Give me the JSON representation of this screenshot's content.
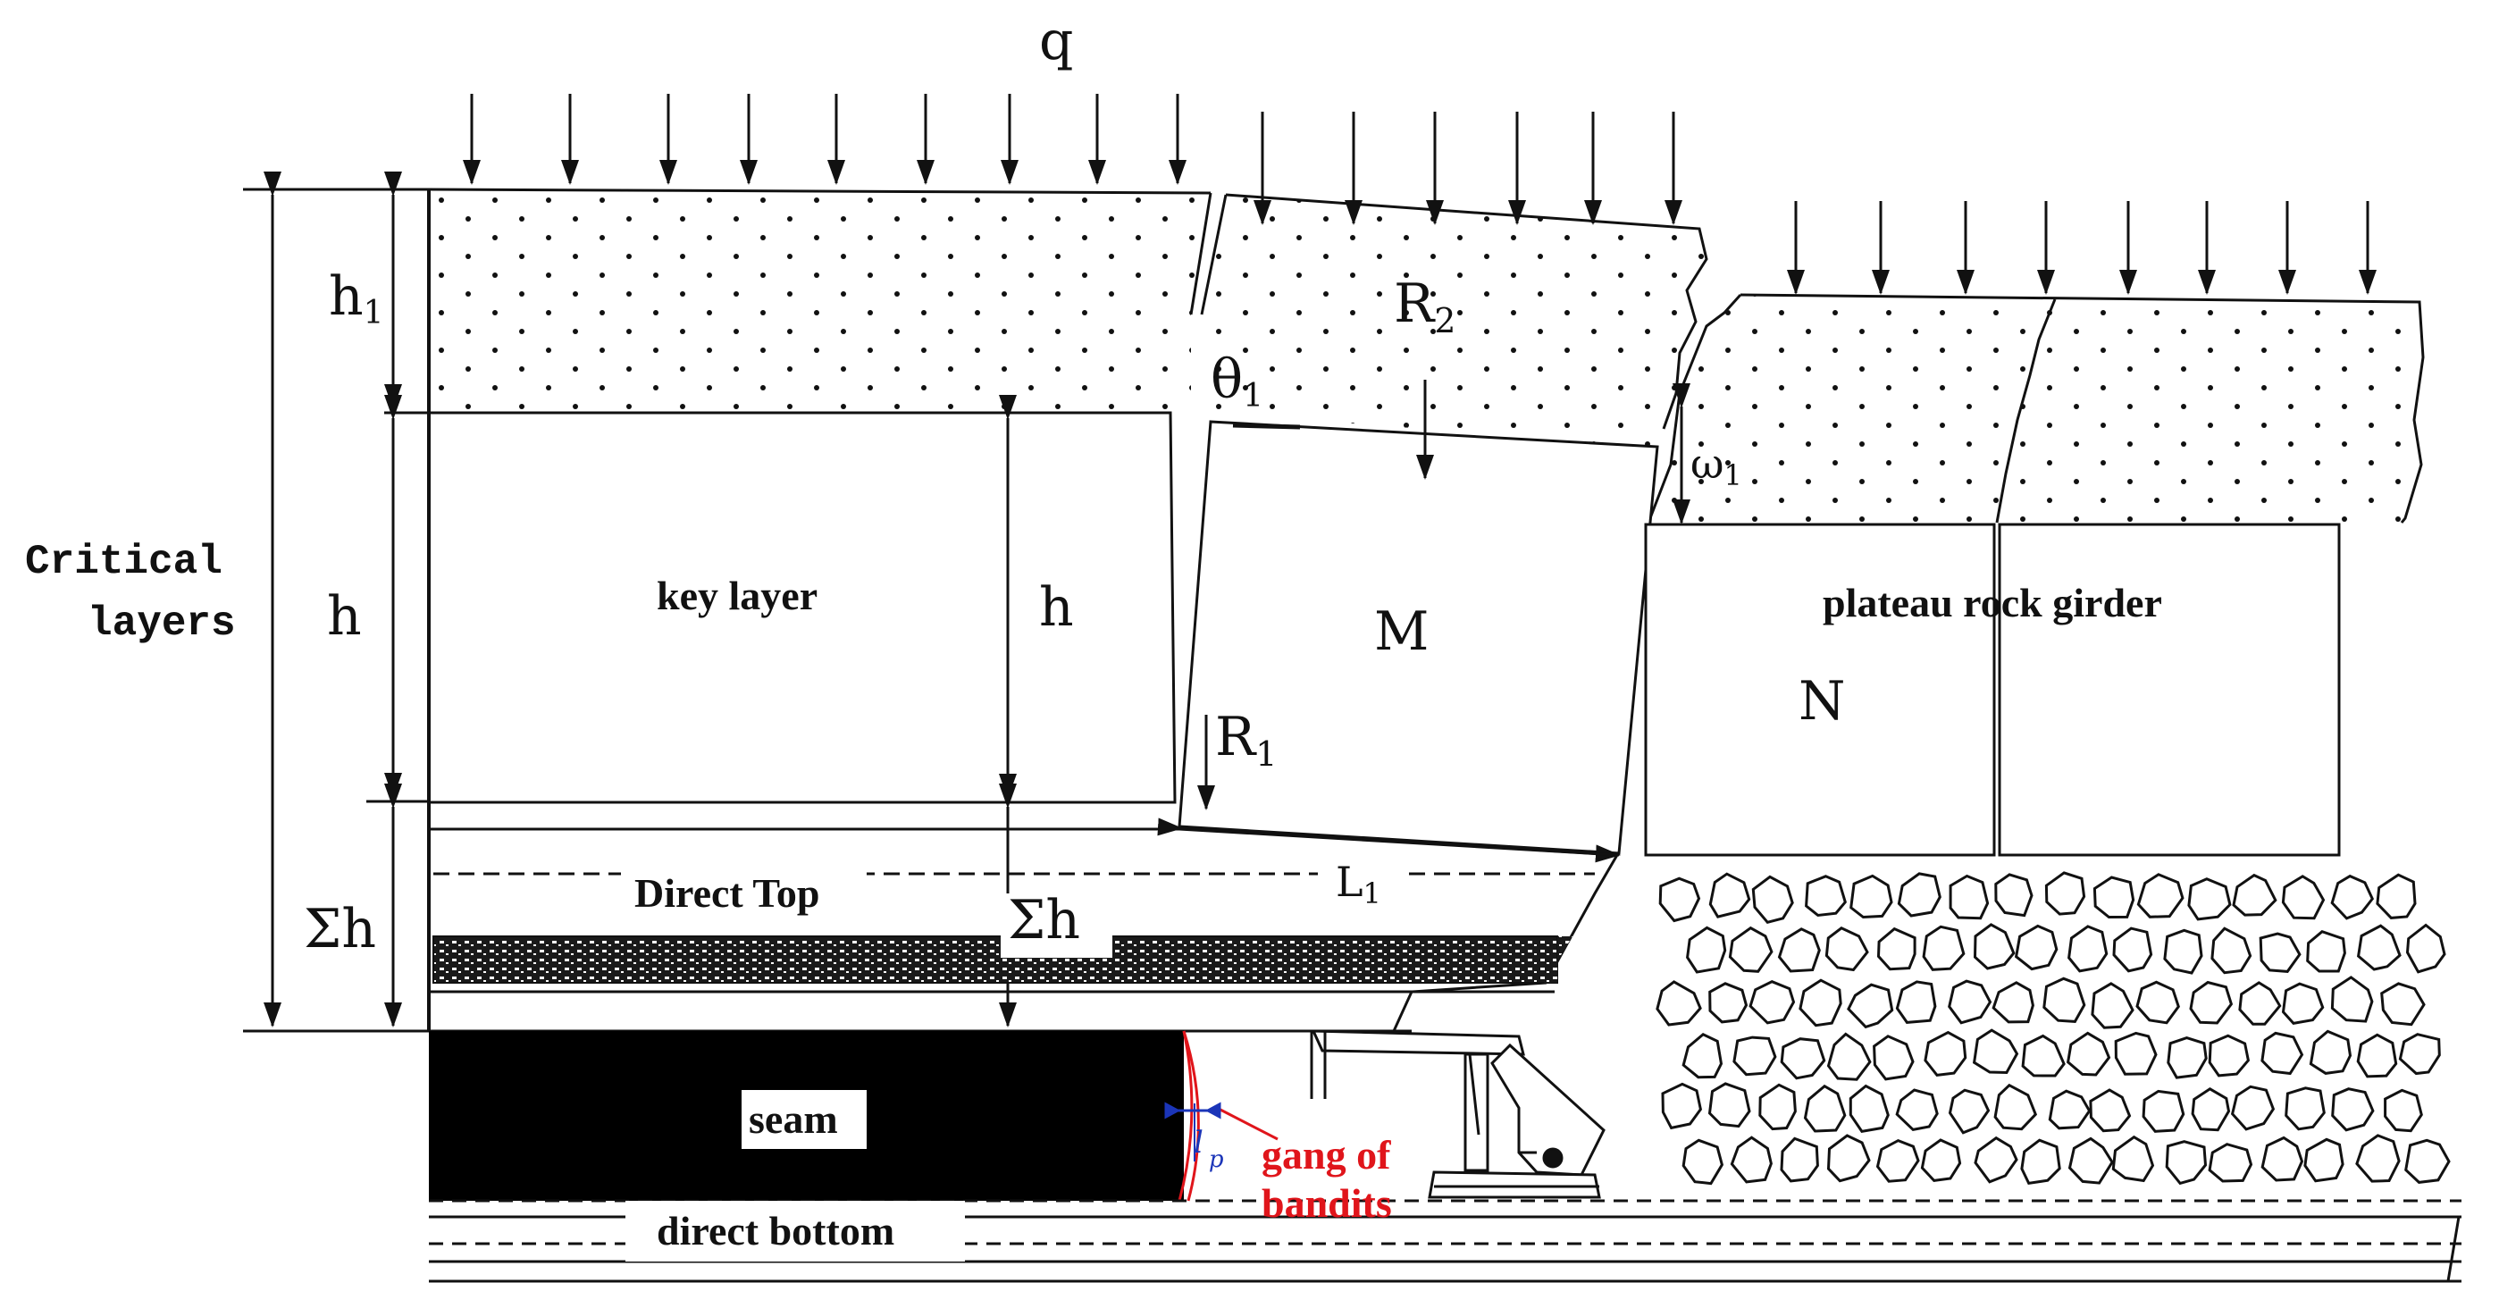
{
  "labels": {
    "q": "q",
    "h1": "h",
    "h1_sub": "1",
    "h_left": "h",
    "critical_line1": "Critical",
    "critical_line2": "layers",
    "sum_h_left": "Σh",
    "key_layer": "key layer",
    "h_mid": "h",
    "r2": "R",
    "r2_sub": "2",
    "theta1": "θ",
    "theta1_sub": "1",
    "m": "M",
    "r1": "R",
    "r1_sub": "1",
    "omega1": "ω",
    "omega1_sub": "1",
    "plateau": "plateau rock girder",
    "n": "N",
    "direct_top": "Direct Top",
    "sum_h_mid": "Σh",
    "l1": "L",
    "l1_sub": "1",
    "seam": "seam",
    "lp": "l",
    "lp_sub": "p",
    "gang_line1": "gang of",
    "gang_line2": "bandits",
    "direct_bottom": "direct bottom"
  },
  "colors": {
    "ink": "#111111",
    "seam_fill": "#000000",
    "gang_red": "#e0151b",
    "lp_blue": "#1b35b8"
  },
  "icons": [
    "downward-load-arrow",
    "support-hydraulic-icon"
  ]
}
